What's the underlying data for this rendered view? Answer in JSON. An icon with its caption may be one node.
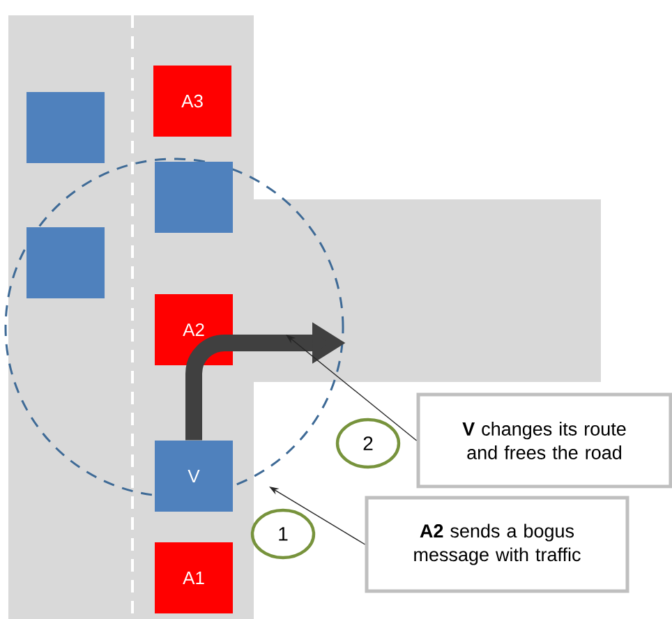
{
  "diagram": {
    "nodes": [
      {
        "text": [],
        "shape": "box"
      },
      {
        "text": [
          "A3"
        ]
      },
      {
        "text": [],
        "shape": "box"
      },
      {
        "text": [],
        "shape": "box"
      },
      {
        "text": [
          "A2"
        ]
      },
      {
        "text": [
          "V"
        ]
      },
      {
        "text": [
          "A1"
        ]
      },
      {
        "text": [
          "2"
        ]
      },
      {
        "text": [
          "**V** changes its route and frees the road"
        ]
      },
      {
        "text": [
          "1"
        ]
      },
      {
        "text": [
          "**A2** sends a bogus message with traffic"
        ]
      }
    ],
    "edges": [
      {
        "from": 5,
        "to": null,
        "arrow": "to",
        "style": "thick"
      },
      {
        "from": 8,
        "to": null,
        "arrow": "to"
      },
      {
        "from": 10,
        "to": null,
        "arrow": "to"
      }
    ]
  }
}
